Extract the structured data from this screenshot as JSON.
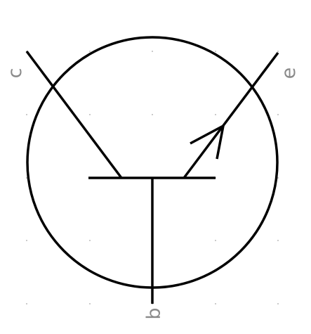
{
  "symbol": {
    "pins": {
      "collector": "c",
      "emitter": "e",
      "base": "b"
    }
  },
  "colors": {
    "background": "#ffffff",
    "stroke": "#000000",
    "label": "#8a8a8a",
    "grid_dot": "#bbbbbb"
  }
}
